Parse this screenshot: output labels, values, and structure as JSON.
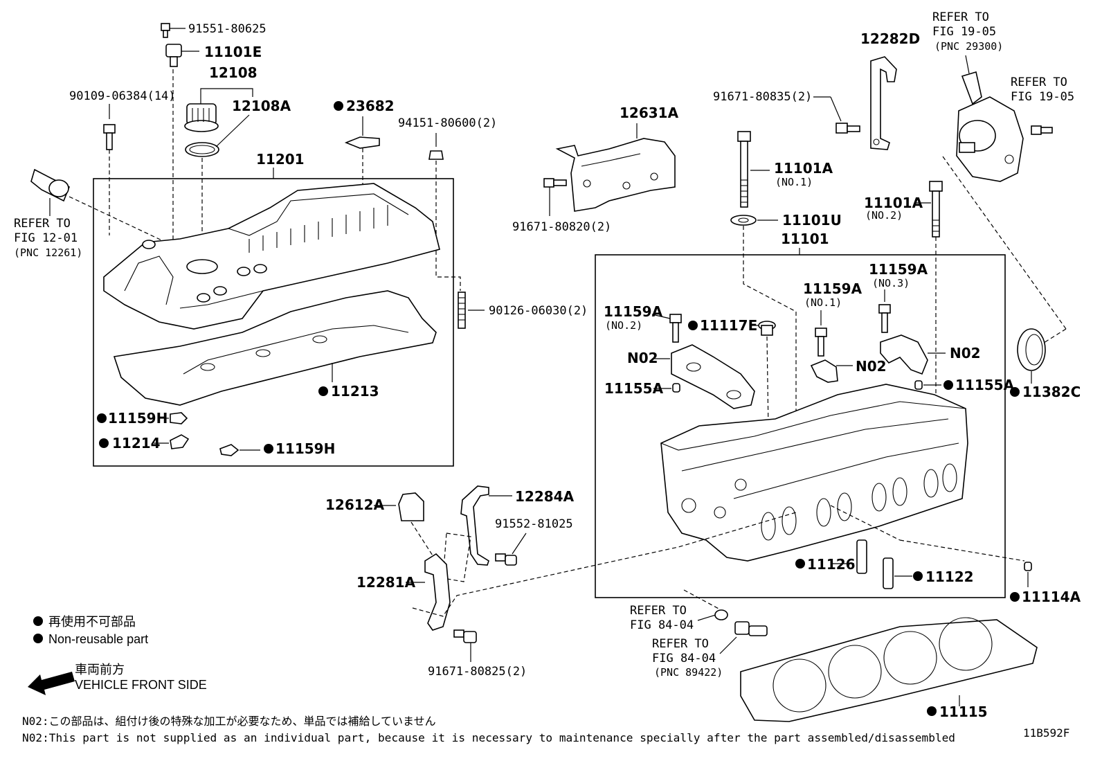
{
  "labels": {
    "p91551_80625": "91551-80625",
    "p11101E": "11101E",
    "p12108": "12108",
    "p12108A": "12108A",
    "p90109_06384": "90109-06384(14)",
    "p23682": "23682",
    "p94151_80600": "94151-80600(2)",
    "p11201": "11201",
    "refer_12_01_a": "REFER TO",
    "refer_12_01_b": "FIG 12-01",
    "refer_12_01_c": "(PNC 12261)",
    "p90126_06030": "90126-06030(2)",
    "p11213": "11213",
    "p11159H_a": "11159H",
    "p11214": "11214",
    "p11159H_b": "11159H",
    "p12631A": "12631A",
    "p91671_80820": "91671-80820(2)",
    "p12282D": "12282D",
    "p91671_80835": "91671-80835(2)",
    "refer_19_05_a1": "REFER TO",
    "refer_19_05_a2": "FIG 19-05",
    "refer_19_05_a3": "(PNC 29300)",
    "refer_19_05_b1": "REFER TO",
    "refer_19_05_b2": "FIG 19-05",
    "p11101A_1": "11101A",
    "p11101A_1_no": "(NO.1)",
    "p11101U": "11101U",
    "p11101": "11101",
    "p11101A_2": "11101A",
    "p11101A_2_no": "(NO.2)",
    "p11159A_3": "11159A",
    "p11159A_3_no": "(NO.3)",
    "p11159A_1": "11159A",
    "p11159A_1_no": "(NO.1)",
    "p11159A_2": "11159A",
    "p11159A_2_no": "(NO.2)",
    "p11117E": "11117E",
    "n02_a": "N02",
    "n02_b": "N02",
    "n02_c": "N02",
    "p11155A_a": "11155A",
    "p11155A_b": "11155A",
    "p11382C": "11382C",
    "p12612A": "12612A",
    "p12284A": "12284A",
    "p91552_81025": "91552-81025",
    "p12281A": "12281A",
    "p91671_80825": "91671-80825(2)",
    "p11126": "11126",
    "p11122": "11122",
    "p11114A": "11114A",
    "refer_84_04_a1": "REFER TO",
    "refer_84_04_a2": "FIG 84-04",
    "refer_84_04_b1": "REFER TO",
    "refer_84_04_b2": "FIG 84-04",
    "refer_84_04_b3": "(PNC 89422)",
    "p11115": "11115"
  },
  "legend": {
    "jp": "再使用不可部品",
    "en": "Non-reusable part",
    "front_jp": "車両前方",
    "front_en": "VEHICLE FRONT SIDE"
  },
  "notes": {
    "jp": "N02:この部品は、組付け後の特殊な加工が必要なため、単品では補給していません",
    "en": "N02:This part is not supplied as an individual part, because it is necessary to maintenance specially after the part assembled/disassembled"
  },
  "figure_id": "11B592F"
}
